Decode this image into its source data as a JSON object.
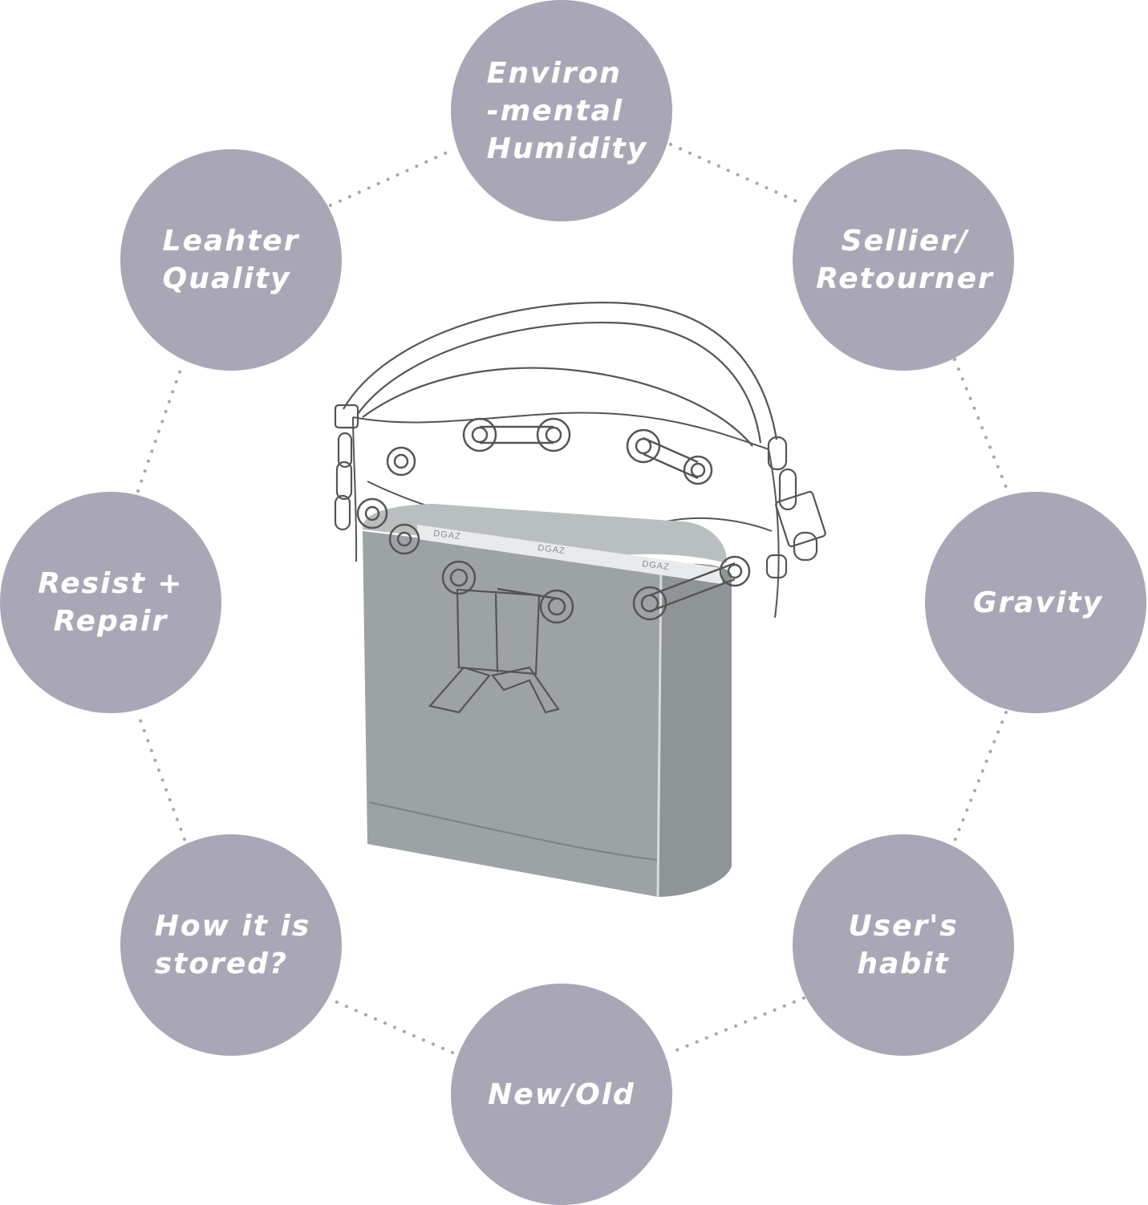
{
  "colors": {
    "circle_fill": "#a9a7b6",
    "circle_text": "#ffffff",
    "connector_dots": "#a6a6a6",
    "insert_fill": "#9da3a4",
    "insert_side": "#8f9596",
    "outline": "#555555"
  },
  "factors": [
    {
      "id": "humidity",
      "label": "Environ\n-mental\nHumidity"
    },
    {
      "id": "sellier",
      "label": "Sellier/\nRetourner"
    },
    {
      "id": "gravity",
      "label": "Gravity"
    },
    {
      "id": "habit",
      "label": "User's\nhabit"
    },
    {
      "id": "newold",
      "label": "New/Old"
    },
    {
      "id": "stored",
      "label": "How it is\nstored?"
    },
    {
      "id": "resist",
      "label": "Resist +\nRepair"
    },
    {
      "id": "leather",
      "label": "Leahter\nQuality"
    }
  ],
  "product": {
    "brand_text": "DGAZ",
    "icon": "bucket-bag-with-shaper-insert"
  }
}
